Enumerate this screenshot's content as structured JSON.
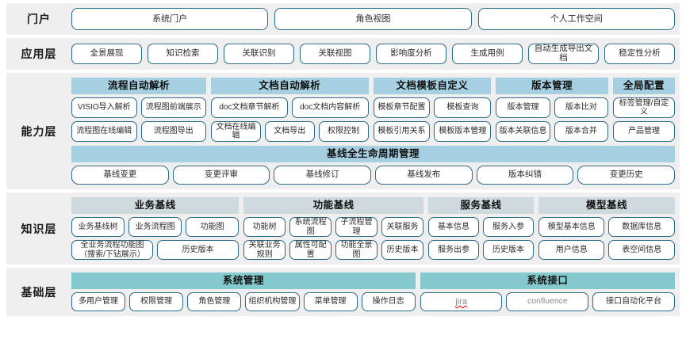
{
  "theme": {
    "band_bg": "#efefef",
    "pill_border": "#2c6a87",
    "cap_header_bg": "#a6d0e2",
    "know_header_bg": "#cfdade",
    "base_header_bg": "#83c9cd",
    "page_bg": "#ffffff",
    "spellcheck_underline": "#e02020"
  },
  "layers": [
    {
      "id": "portal",
      "label": "门户",
      "items": [
        "系统门户",
        "角色视图",
        "个人工作空间"
      ]
    },
    {
      "id": "application",
      "label": "应用层",
      "items": [
        "全景展现",
        "知识检索",
        "关联识别",
        "关联视图",
        "影响度分析",
        "生成用例",
        "自动生成导出文档",
        "稳定性分析"
      ]
    },
    {
      "id": "capability",
      "label": "能力层",
      "groups": [
        {
          "title": "流程自动解析",
          "flex": 24,
          "rows": [
            [
              "VISIO导入解析",
              "流程图前端展示"
            ],
            [
              "流程图在线编辑",
              "流程图导出"
            ]
          ]
        },
        {
          "title": "文档自动解析",
          "flex": 28,
          "rows": [
            [
              "doc文档章节解析",
              "doc文档内容解析"
            ],
            [
              "文档在线编辑",
              "文档导出",
              "权限控制"
            ]
          ]
        },
        {
          "title": "文档模板自定义",
          "flex": 21,
          "rows": [
            [
              "模板章节配置",
              "模板查询"
            ],
            [
              "模板引用关系",
              "模板版本管理"
            ]
          ]
        },
        {
          "title": "版本管理",
          "flex": 20,
          "rows": [
            [
              "版本管理",
              "版本比对"
            ],
            [
              "版本关联信息",
              "版本合并"
            ]
          ]
        },
        {
          "title": "全局配置",
          "flex": 11,
          "rows": [
            [
              "标签管理/自定义"
            ],
            [
              "产品管理"
            ]
          ]
        }
      ],
      "lifecycle": {
        "title": "基线全生命周期管理",
        "items": [
          "基线变更",
          "变更评审",
          "基线修订",
          "基线发布",
          "版本纠错",
          "变更历史"
        ]
      }
    },
    {
      "id": "knowledge",
      "label": "知识层",
      "groups": [
        {
          "title": "业务基线",
          "flex": 27,
          "rows": [
            [
              "业务基线树",
              "业务流程图",
              "功能图"
            ],
            [
              "全业务流程功能图（搜索/下钻展示）",
              "历史版本"
            ]
          ]
        },
        {
          "title": "功能基线",
          "flex": 29,
          "rows": [
            [
              "功能树",
              "系统流程图",
              "子流程管理",
              "关联服务"
            ],
            [
              "关联业务规则",
              "属性可配置",
              "功能全景图",
              "历史版本"
            ]
          ]
        },
        {
          "title": "服务基线",
          "flex": 17,
          "rows": [
            [
              "基本信息",
              "服务入参"
            ],
            [
              "服务出参",
              "历史版本"
            ]
          ]
        },
        {
          "title": "模型基线",
          "flex": 22,
          "rows": [
            [
              "模型基本信息",
              "数据库信息"
            ],
            [
              "用户信息",
              "表空间信息"
            ]
          ]
        }
      ]
    },
    {
      "id": "base",
      "label": "基础层",
      "groups": [
        {
          "title": "系统管理",
          "flex": 54,
          "rows": [
            [
              "多用户管理",
              "权限管理",
              "角色管理",
              "组织机构管理",
              "菜单管理",
              "操作日志"
            ]
          ]
        },
        {
          "title": "系统接口",
          "flex": 40,
          "rows": [
            [
              "jira",
              "confluence",
              "接口自动化平台"
            ]
          ]
        }
      ]
    }
  ]
}
